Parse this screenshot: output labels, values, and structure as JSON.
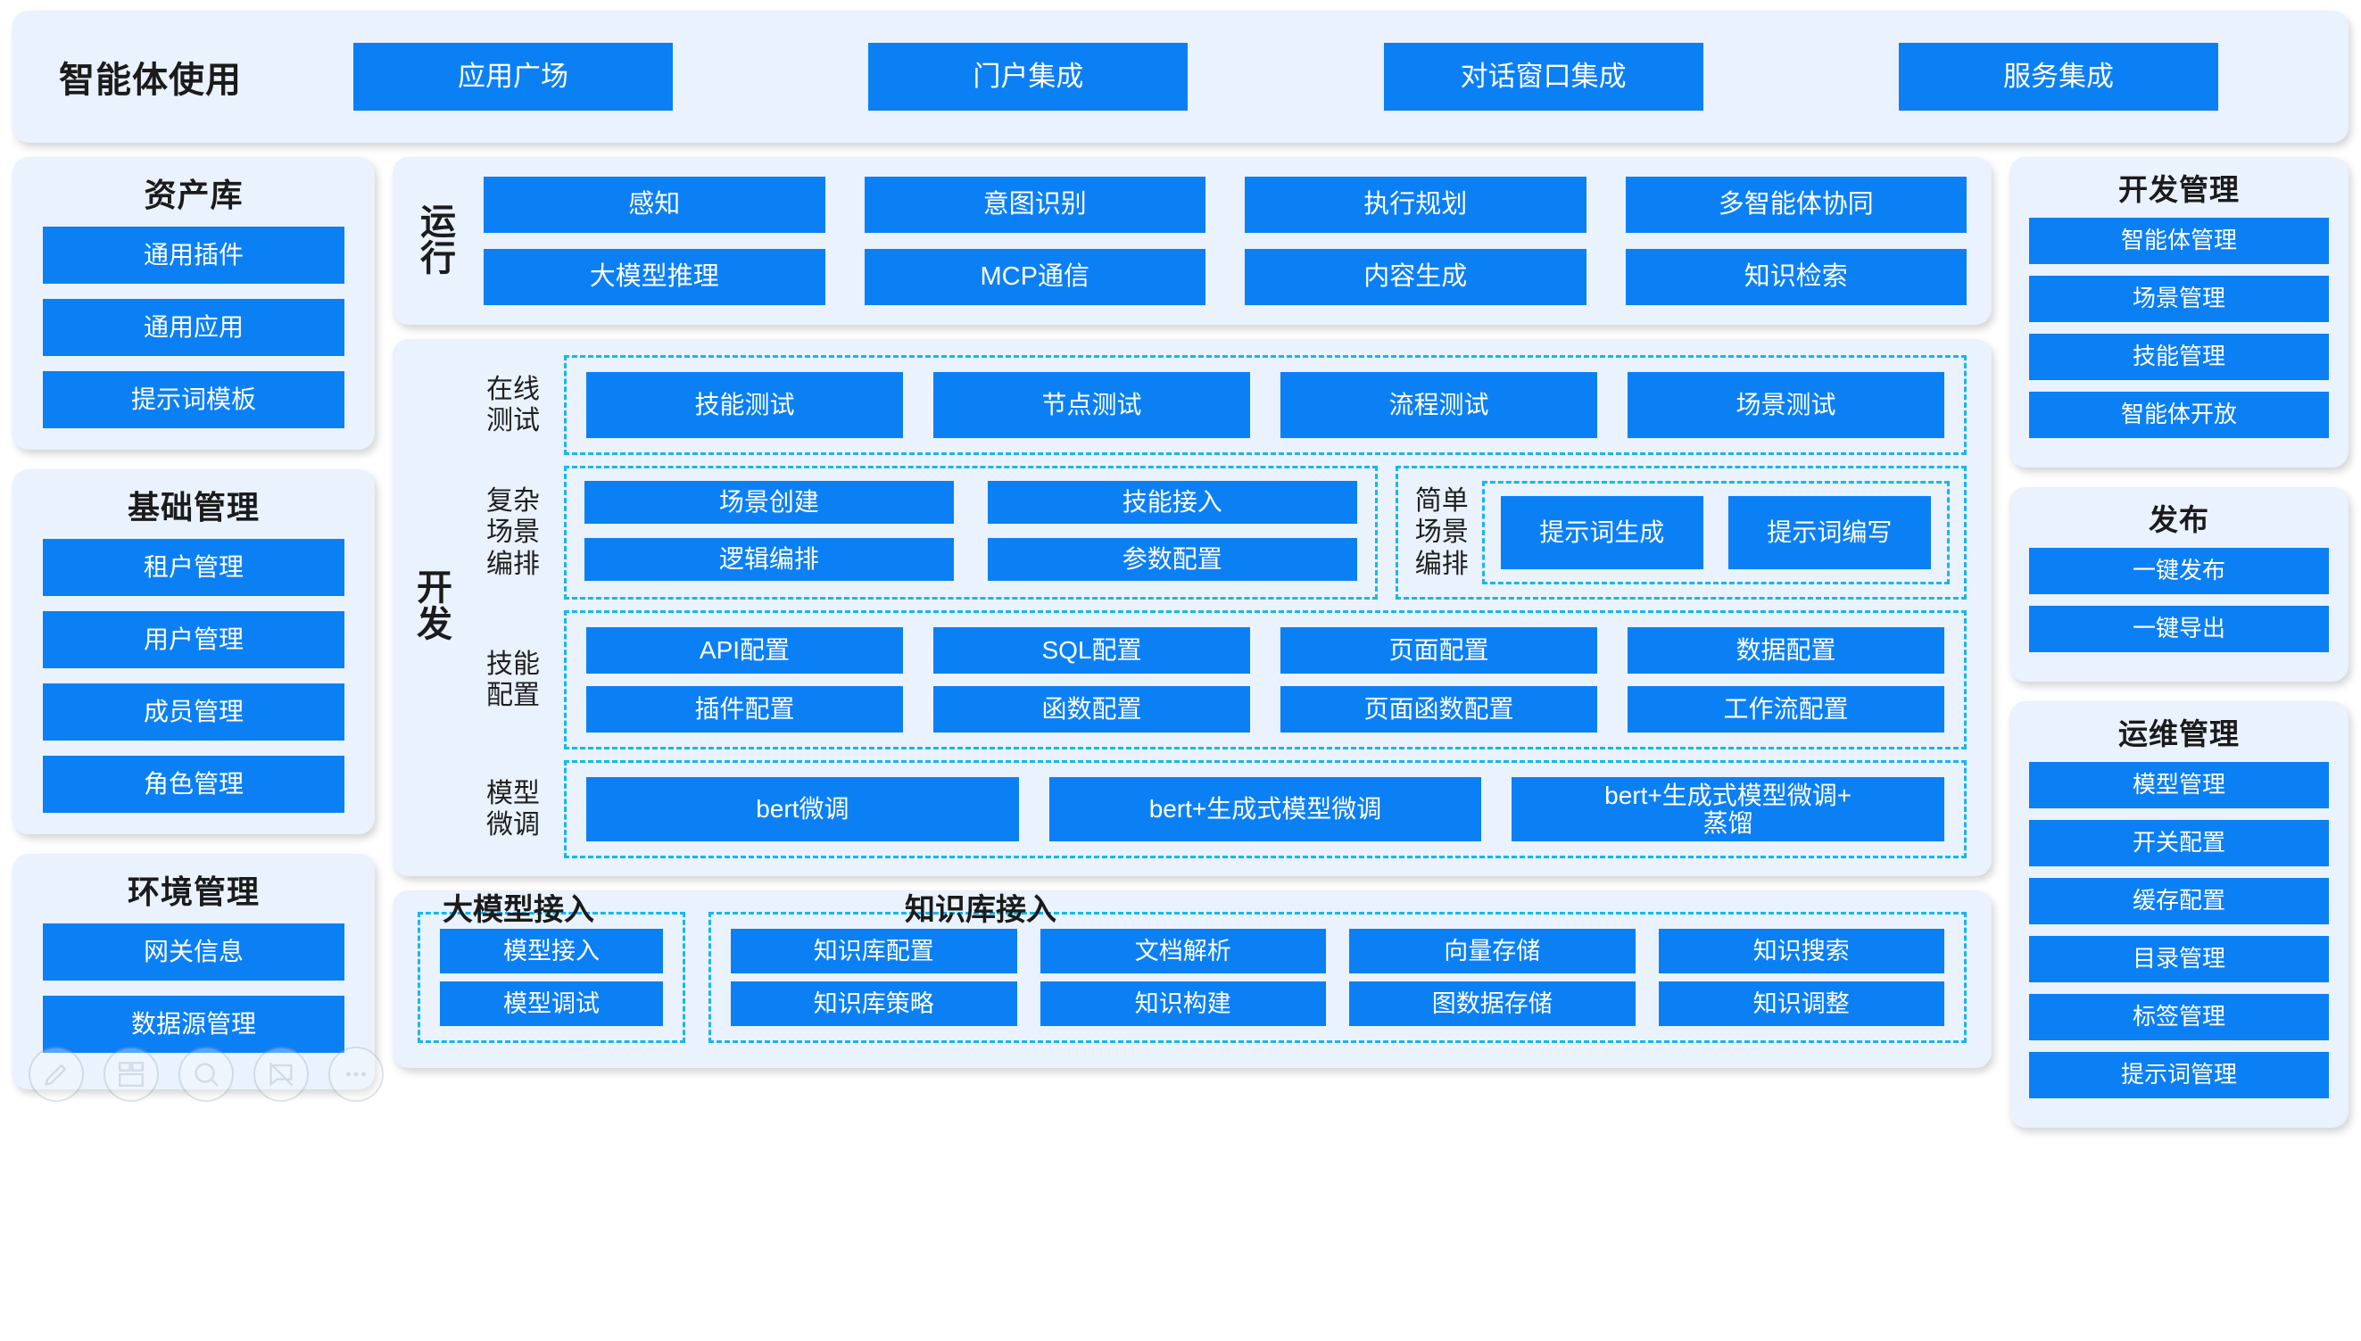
{
  "colors": {
    "chip_blue": "#0b80f5",
    "panel_bg": "#e9f2fd",
    "dashed": "#16b7f0",
    "page_bg": "#ffffff"
  },
  "topbar": {
    "title": "智能体使用",
    "items": [
      "应用广场",
      "门户集成",
      "对话窗口集成",
      "服务集成"
    ]
  },
  "left": {
    "asset_library": {
      "title": "资产库",
      "items": [
        "通用插件",
        "通用应用",
        "提示词模板"
      ]
    },
    "base_mgmt": {
      "title": "基础管理",
      "items": [
        "租户管理",
        "用户管理",
        "成员管理",
        "角色管理"
      ]
    },
    "env_mgmt": {
      "title": "环境管理",
      "items": [
        "网关信息",
        "数据源管理"
      ]
    }
  },
  "runtime": {
    "label": "运行",
    "items": [
      "感知",
      "意图识别",
      "执行规划",
      "多智能体协同",
      "大模型推理",
      "MCP通信",
      "内容生成",
      "知识检索"
    ]
  },
  "develop": {
    "label": "开发",
    "online_test": {
      "label": "在线\n测试",
      "items": [
        "技能测试",
        "节点测试",
        "流程测试",
        "场景测试"
      ]
    },
    "complex_flow": {
      "label": "复杂\n场景\n编排",
      "items": [
        "场景创建",
        "技能接入",
        "逻辑编排",
        "参数配置"
      ]
    },
    "simple_flow": {
      "label": "简单\n场景\n编排",
      "items": [
        "提示词生成",
        "提示词编写"
      ]
    },
    "skill_config": {
      "label": "技能\n配置",
      "items": [
        "API配置",
        "SQL配置",
        "页面配置",
        "数据配置",
        "插件配置",
        "函数配置",
        "页面函数配置",
        "工作流配置"
      ]
    },
    "model_tune": {
      "label": "模型\n微调",
      "items": [
        "bert微调",
        "bert+生成式模型微调",
        "bert+生成式模型微调+\n蒸馏"
      ]
    }
  },
  "access": {
    "llm": {
      "title": "大模型接入",
      "items": [
        "模型接入",
        "模型调试"
      ]
    },
    "kb": {
      "title": "知识库接入",
      "items": [
        "知识库配置",
        "文档解析",
        "向量存储",
        "知识搜索",
        "知识库策略",
        "知识构建",
        "图数据存储",
        "知识调整"
      ]
    }
  },
  "right": {
    "dev_mgmt": {
      "title": "开发管理",
      "items": [
        "智能体管理",
        "场景管理",
        "技能管理",
        "智能体开放"
      ]
    },
    "publish": {
      "title": "发布",
      "items": [
        "一键发布",
        "一键导出"
      ]
    },
    "ops_mgmt": {
      "title": "运维管理",
      "items": [
        "模型管理",
        "开关配置",
        "缓存配置",
        "目录管理",
        "标签管理",
        "提示词管理"
      ]
    }
  },
  "toolbar": {
    "icons": [
      "pen-icon",
      "layout-icon",
      "zoom-icon",
      "comment-off-icon",
      "more-icon"
    ]
  }
}
